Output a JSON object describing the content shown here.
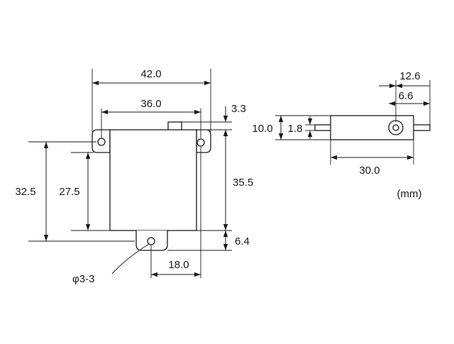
{
  "unit_label": "(mm)",
  "hole_callout": "φ3-3",
  "front_view": {
    "width_overall": "42.0",
    "width_mount_holes": "36.0",
    "shaft_offset": "3.3",
    "height_left_overall": "32.5",
    "height_body_left": "27.5",
    "height_right": "35.5",
    "lower_tab": "6.4",
    "bottom_width": "18.0"
  },
  "side_view": {
    "width_right_overall": "12.6",
    "hole_offset": "6.6",
    "thickness": "10.0",
    "flange_thickness": "1.8",
    "length": "30.0"
  },
  "colors": {
    "line": "#1a1a1a",
    "background": "#ffffff"
  }
}
